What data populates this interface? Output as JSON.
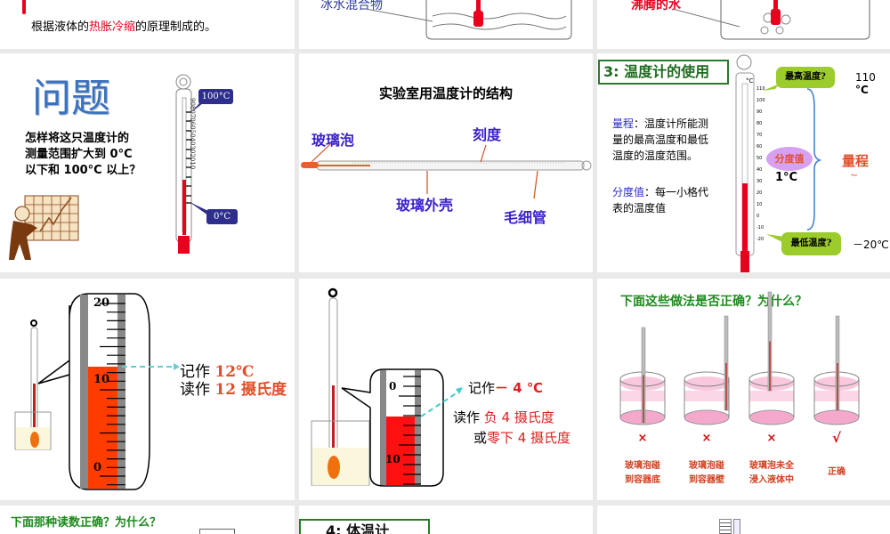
{
  "slides": {
    "s1": {
      "text_pre": "根据液体的",
      "text_red": "热胀冷缩",
      "text_post": "的原理制成的。"
    },
    "s2": {
      "label": "冰水混合物"
    },
    "s3": {
      "label": "沸腾的水"
    },
    "s4": {
      "title": "问题",
      "question": [
        "怎样将这只温度计的",
        "测量范围扩大到 0°C",
        "以下和 100°C 以上？"
      ],
      "callout_top": "100°C",
      "callout_bottom": "0°C",
      "scale_text": "908070605040302010"
    },
    "s5": {
      "title": "实验室用温度计的结构",
      "labels": {
        "bulb": "玻璃泡",
        "scale": "刻度",
        "shell": "玻璃外壳",
        "capillary": "毛细管"
      }
    },
    "s6": {
      "title": "3: 温度计的使用",
      "range_term": "量程",
      "range_def": [
        "：温度计所能测",
        "量的最高温度和最低",
        "温度的温度范围。"
      ],
      "div_term": "分度值",
      "div_def": [
        "：每一小格代",
        "表的温度值"
      ],
      "max_callout": "最高温度?",
      "min_callout": "最低温度?",
      "div_callout": "分度值",
      "div_value": "1°C",
      "range_label": "量程",
      "tilde": "~",
      "max_value": [
        "110",
        "°C"
      ],
      "min_value": "－20℃",
      "unit": "°C",
      "ticks": [
        "110",
        "100",
        "90",
        "80",
        "70",
        "60",
        "50",
        "40",
        "30",
        "20",
        "10",
        "0",
        "-10",
        "-20"
      ]
    },
    "s7": {
      "scale_labels": [
        "20",
        "10",
        "0"
      ],
      "record_pre": "记作 ",
      "record_val": "12℃",
      "read_pre": "读作 ",
      "read_val": "12 摄氏度"
    },
    "s8": {
      "scale_labels": [
        "0",
        "10"
      ],
      "record_pre": "记作",
      "record_val": "－ 4 ℃",
      "read_pre": "读作 ",
      "read_val": "负 4 摄氏度",
      "or_pre": "或",
      "or_val": "零下 4 摄氏度"
    },
    "s9": {
      "title": "下面这些做法是否正确？为什么？",
      "items": [
        {
          "mark": "×",
          "caption": [
            "玻璃泡碰",
            "到容器底"
          ]
        },
        {
          "mark": "×",
          "caption": [
            "玻璃泡碰",
            "到容器壁"
          ]
        },
        {
          "mark": "×",
          "caption": [
            "玻璃泡未全",
            "浸入液体中"
          ]
        },
        {
          "mark": "√",
          "caption": [
            "正确"
          ]
        }
      ]
    },
    "s10": {
      "title": "下面那种读数正确？为什么？"
    },
    "s11": {
      "title": "4: 体温计"
    }
  },
  "colors": {
    "red": "#e8001c",
    "green_title": "#1e8a1e",
    "blue_label": "#3a22c8",
    "callout_navy": "#2e2e8c",
    "callout_green": "#9ccc2c",
    "orange": "#e0502a",
    "pink": "#f4a8cc"
  }
}
